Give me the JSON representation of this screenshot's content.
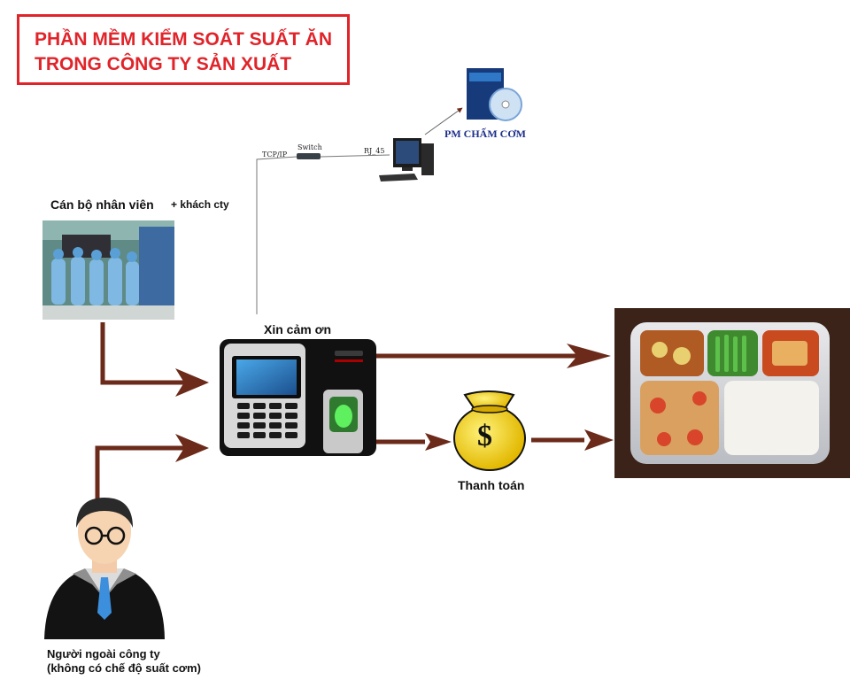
{
  "title": {
    "line1": "PHẦN MỀM KIỂM SOÁT SUẤT ĂN",
    "line2": "TRONG CÔNG TY SẢN XUẤT"
  },
  "network": {
    "tcpip": "TCP/IP",
    "switch": "Switch",
    "rj45": "RJ_45",
    "software": "PM CHẤM CƠM"
  },
  "staff": {
    "label": "Cán bộ nhân viên",
    "extra": "+ khách cty"
  },
  "machine": {
    "message": "Xin cảm ơn"
  },
  "payment": {
    "label": "Thanh toán",
    "symbol": "$"
  },
  "outsider": {
    "line1": "Người ngoài công ty",
    "line2": "(không có chế độ suất cơm)"
  },
  "colors": {
    "title_red": "#e0242a",
    "arrow_brown": "#6b2a1a"
  }
}
